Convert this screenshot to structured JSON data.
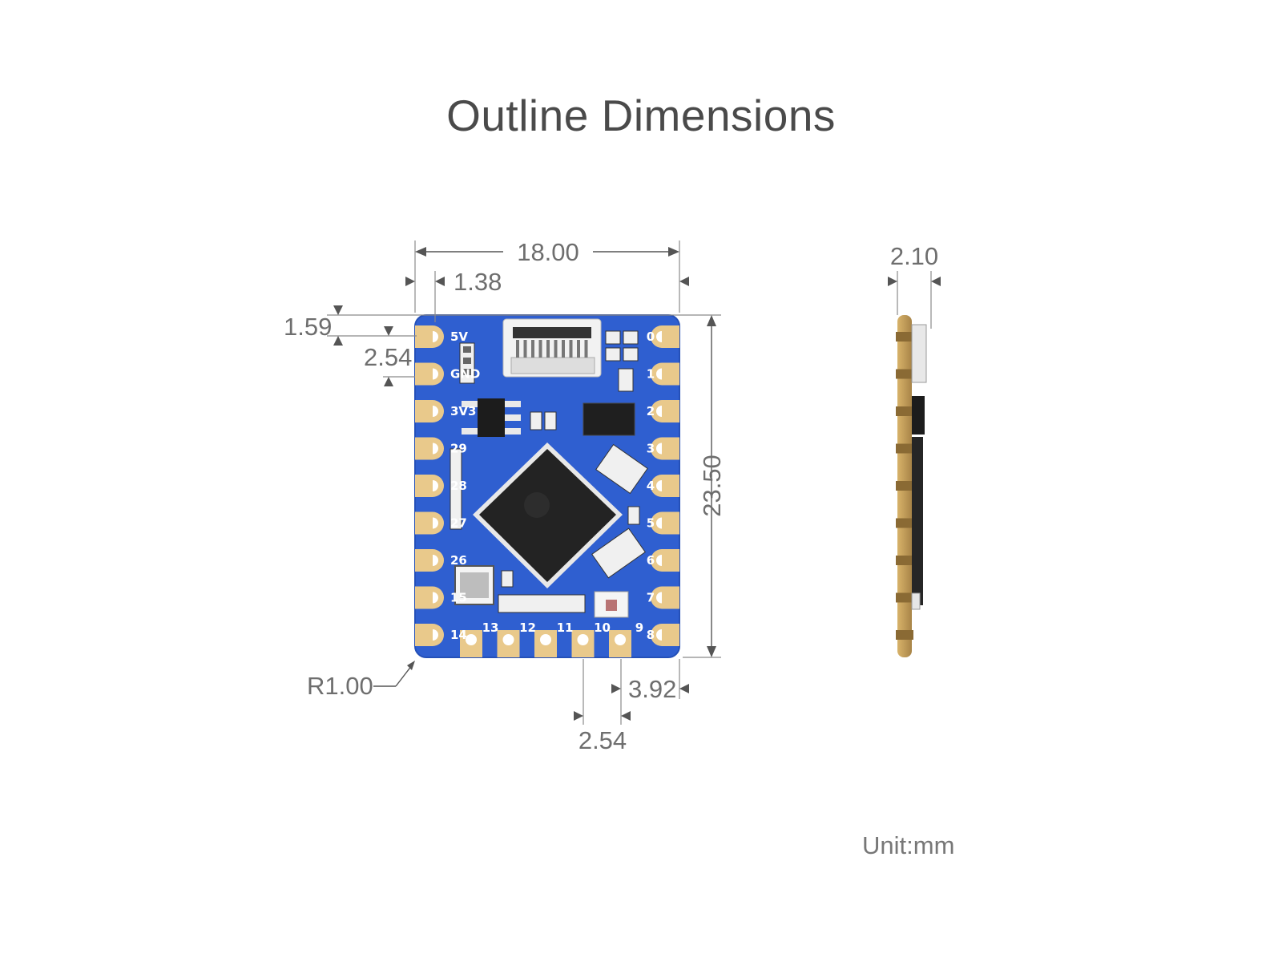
{
  "title": "Outline Dimensions",
  "unit": "Unit:mm",
  "dimensions": {
    "width": "18.00",
    "pad_offset_x": "1.38",
    "pad_offset_y": "1.59",
    "pin_pitch_vertical": "2.54",
    "height": "23.50",
    "corner_radius": "R1.00",
    "bottom_pad_offset": "3.92",
    "pin_pitch_bottom": "2.54",
    "thickness": "2.10"
  },
  "silkscreen": {
    "left": [
      "5V",
      "GND",
      "3V3",
      "29",
      "28",
      "27",
      "26",
      "15",
      "14"
    ],
    "right": [
      "0",
      "1",
      "2",
      "3",
      "4",
      "5",
      "6",
      "7",
      "8"
    ],
    "bottom": [
      "13",
      "12",
      "11",
      "10",
      "9"
    ]
  },
  "colors": {
    "pcb": "#2f5fd0",
    "gold_pad": "#e9c98b",
    "chip": "#222222",
    "dimension": "#555555"
  }
}
